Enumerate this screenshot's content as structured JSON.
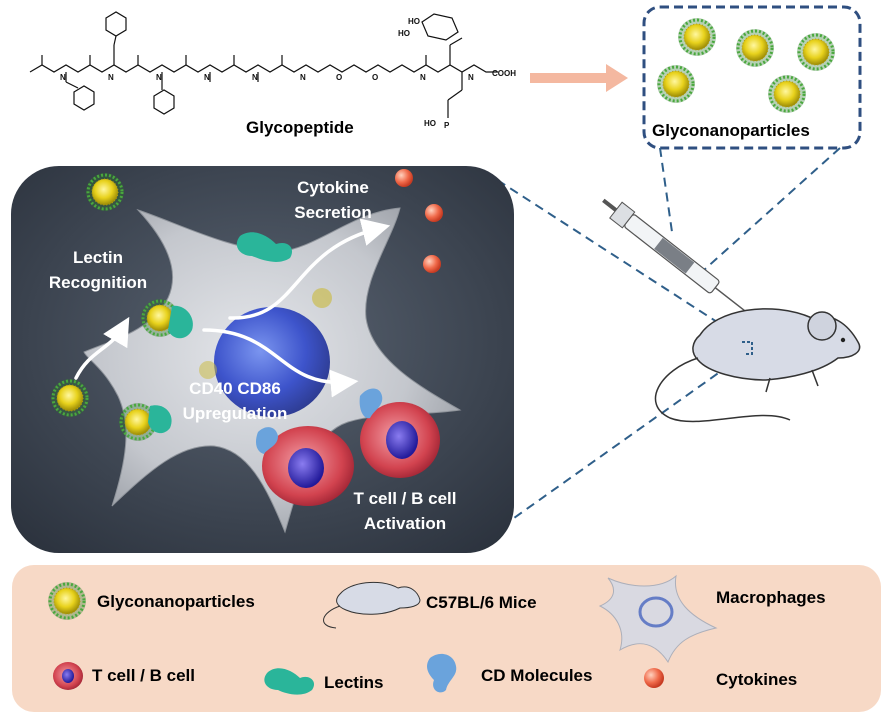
{
  "labels": {
    "glycopeptide": "Glycopeptide",
    "glyconanoparticles": "Glyconanoparticles",
    "cytokine_1": "Cytokine",
    "cytokine_2": "Secretion",
    "lectin_1": "Lectin",
    "lectin_2": "Recognition",
    "cd_1": "CD40 CD86",
    "cd_2": "Upregulation",
    "tcell_1": "T cell / B cell",
    "tcell_2": "Activation"
  },
  "structure_atoms": {
    "oh_group": "HO",
    "cooh": "COOH",
    "phosphate": "P",
    "phosphate_oh": "HO",
    "nh": "N",
    "h": "H",
    "o": "O"
  },
  "legend": {
    "glyconanoparticles": "Glyconanoparticles",
    "mice": "C57BL/6 Mice",
    "macrophages": "Macrophages",
    "tcell": "T cell / B cell",
    "lectins": "Lectins",
    "cd_molecules": "CD Molecules",
    "cytokines": "Cytokines"
  },
  "colors": {
    "panel": "#3b4452",
    "legend_bg": "#f7d9c6",
    "dash": "#2f5f8a",
    "arrow_pink": "#f4b8a0",
    "lectin": "#2ab59a",
    "cytokine": "#e8503a",
    "tcell": "#d64560",
    "nucleus": "#2c2fa8",
    "cd_molecule": "#6aa3dc"
  }
}
